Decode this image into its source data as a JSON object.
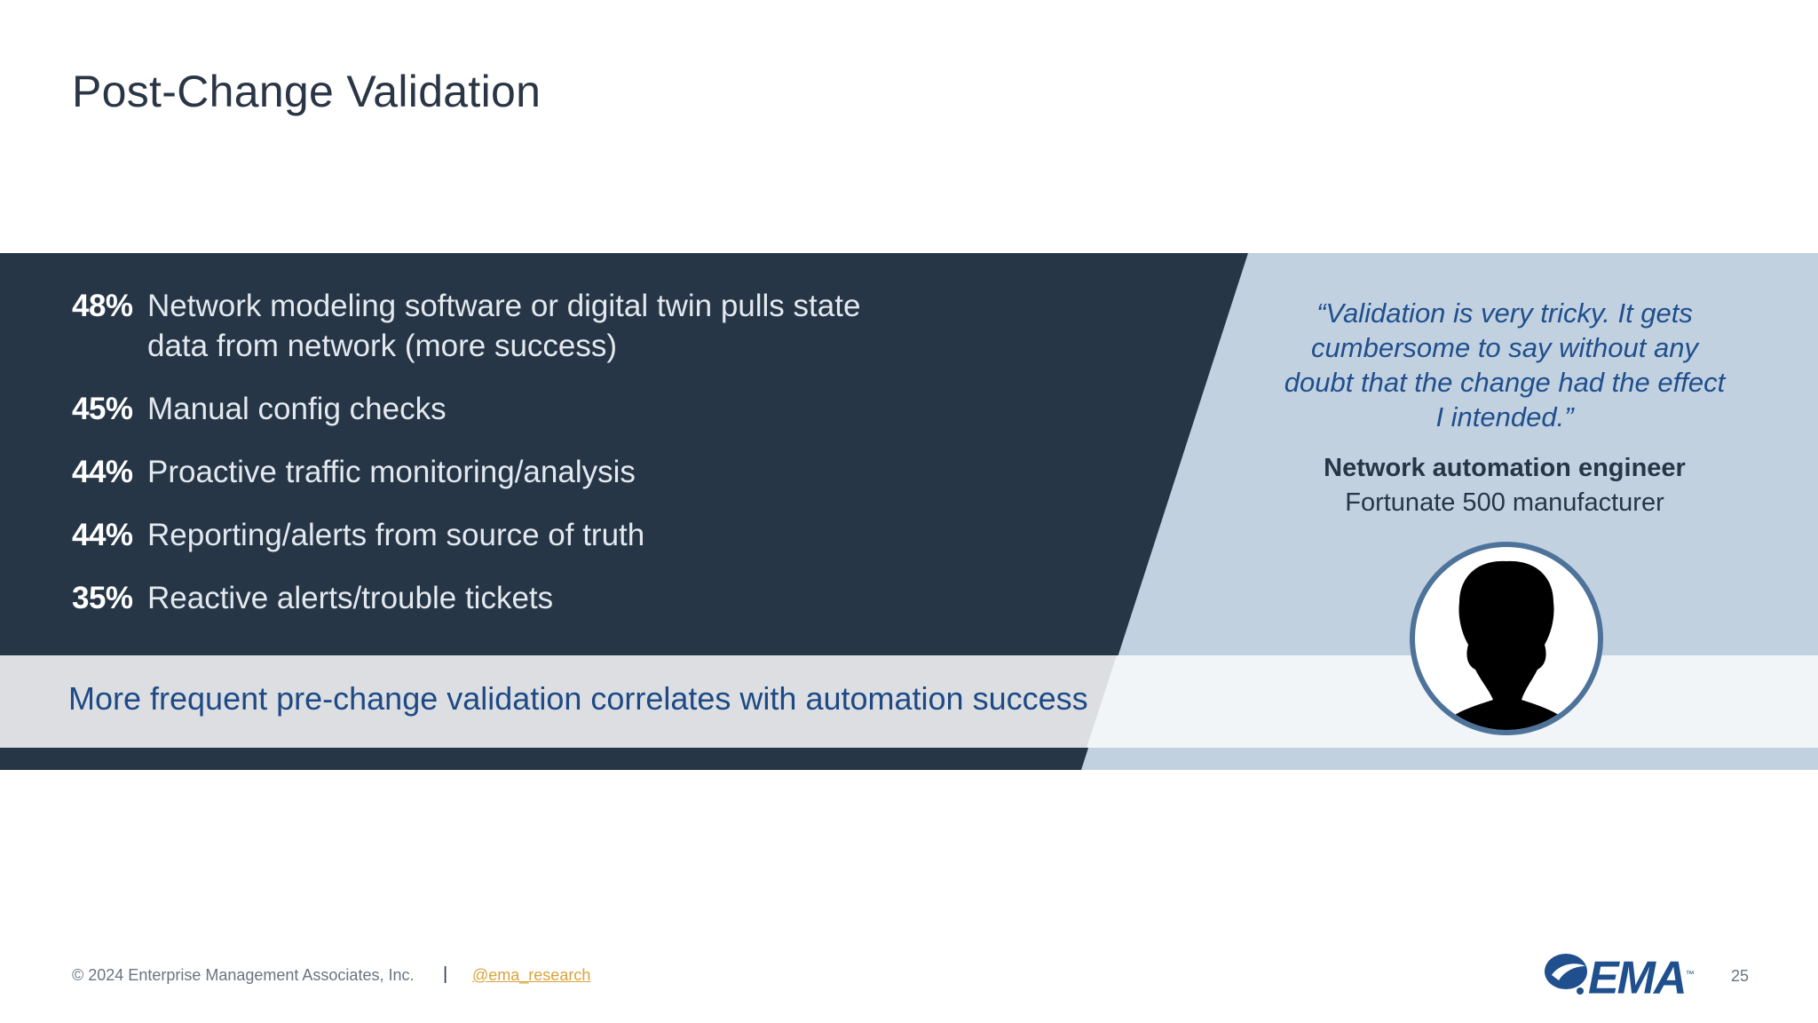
{
  "slide": {
    "title": "Post-Change Validation",
    "stats": [
      {
        "percent": "48%",
        "text": "Network modeling software or digital twin pulls state data from network (more success)"
      },
      {
        "percent": "45%",
        "text": "Manual config checks"
      },
      {
        "percent": "44%",
        "text": "Proactive traffic monitoring/analysis"
      },
      {
        "percent": "44%",
        "text": "Reporting/alerts from source of truth"
      },
      {
        "percent": "35%",
        "text": "Reactive alerts/trouble tickets"
      }
    ],
    "takeaway": "More frequent pre-change validation correlates with automation success",
    "quote": "“Validation is very tricky. It gets cumbersome to say without any doubt that the change had the effect I intended.”",
    "attribution": {
      "role": "Network automation engineer",
      "company": "Fortunate 500 manufacturer"
    }
  },
  "footer": {
    "copyright": "© 2024 Enterprise Management Associates, Inc.",
    "separator": "|",
    "handle": "@ema_research",
    "logo_text": "EMA",
    "logo_tm": "™",
    "page_number": "25"
  },
  "colors": {
    "dark_panel": "#263647",
    "light_panel": "#c2d1e0",
    "accent_blue": "#1f4f8d",
    "link_gold": "#d9a33b"
  },
  "icons": {
    "portrait": "person-silhouette-icon",
    "logo_swoosh": "ema-swoosh-icon"
  }
}
